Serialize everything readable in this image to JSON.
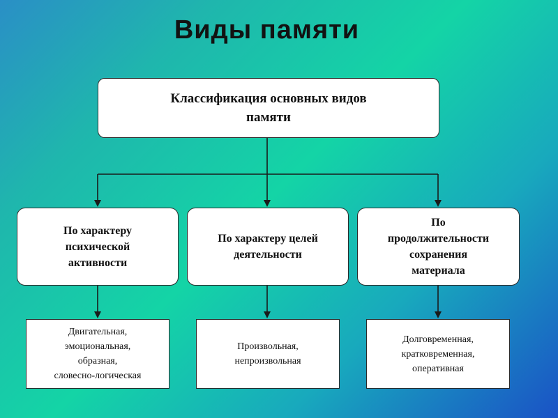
{
  "title": "Виды памяти",
  "root": {
    "label": "Классификация основных видов\nпамяти"
  },
  "categories": [
    {
      "label": "По характеру\nпсихической\nактивности",
      "types": "Двигательная,\nэмоциональная,\nобразная,\nсловесно-логическая"
    },
    {
      "label": "По характеру целей\nдеятельности",
      "types": "Произвольная,\nнепроизвольная"
    },
    {
      "label": "По\nпродолжительности\nсохранения\nматериала",
      "types": "Долговременная,\nкратковременная,\nоперативная"
    }
  ],
  "colors": {
    "background_gradient": [
      "#2a8fc6",
      "#14d4a6",
      "#1a52c6"
    ],
    "box_fill": "#ffffff",
    "line": "#1a1a1a"
  }
}
